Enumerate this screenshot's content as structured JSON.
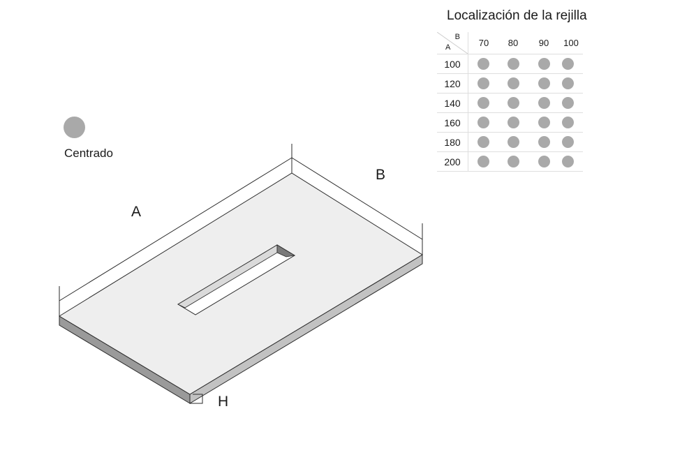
{
  "legend": {
    "label": "Centrado",
    "color": "#a9a9a9"
  },
  "table": {
    "title": "Localización de la rejilla",
    "corner_top": "B",
    "corner_bottom": "A",
    "columns": [
      "70",
      "80",
      "90",
      "100"
    ],
    "rows": [
      {
        "label": "100",
        "cells": [
          "Centrado",
          "Centrado",
          "Centrado",
          "Centrado"
        ]
      },
      {
        "label": "120",
        "cells": [
          "Centrado",
          "Centrado",
          "Centrado",
          "Centrado"
        ]
      },
      {
        "label": "140",
        "cells": [
          "Centrado",
          "Centrado",
          "Centrado",
          "Centrado"
        ]
      },
      {
        "label": "160",
        "cells": [
          "Centrado",
          "Centrado",
          "Centrado",
          "Centrado"
        ]
      },
      {
        "label": "180",
        "cells": [
          "Centrado",
          "Centrado",
          "Centrado",
          "Centrado"
        ]
      },
      {
        "label": "200",
        "cells": [
          "Centrado",
          "Centrado",
          "Centrado",
          "Centrado"
        ]
      }
    ]
  },
  "diagram": {
    "label_a": "A",
    "label_b": "B",
    "label_h": "H",
    "colors": {
      "top": "#eeeeee",
      "side_left": "#9a9a9a",
      "side_right": "#c2c2c2",
      "line": "#2a2a2a"
    }
  }
}
